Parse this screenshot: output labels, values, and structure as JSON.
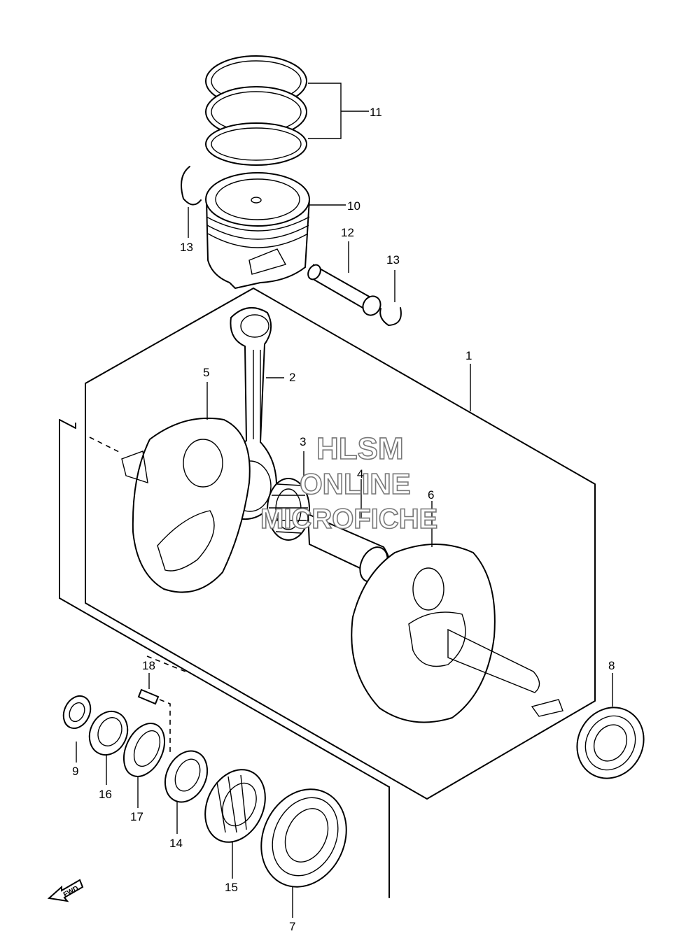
{
  "watermark": {
    "line1": "HLSM",
    "line2": "ONLINE",
    "line3": "MICROFICHE"
  },
  "fwd_label": "FWD",
  "callouts": [
    {
      "id": "c1",
      "text": "1"
    },
    {
      "id": "c2",
      "text": "2"
    },
    {
      "id": "c3",
      "text": "3"
    },
    {
      "id": "c4",
      "text": "4"
    },
    {
      "id": "c5",
      "text": "5"
    },
    {
      "id": "c6",
      "text": "6"
    },
    {
      "id": "c7",
      "text": "7"
    },
    {
      "id": "c8",
      "text": "8"
    },
    {
      "id": "c9",
      "text": "9"
    },
    {
      "id": "c10",
      "text": "10"
    },
    {
      "id": "c11",
      "text": "11"
    },
    {
      "id": "c12",
      "text": "12"
    },
    {
      "id": "c13a",
      "text": "13"
    },
    {
      "id": "c13b",
      "text": "13"
    },
    {
      "id": "c14",
      "text": "14"
    },
    {
      "id": "c15",
      "text": "15"
    },
    {
      "id": "c16",
      "text": "16"
    },
    {
      "id": "c17",
      "text": "17"
    },
    {
      "id": "c18",
      "text": "18"
    }
  ]
}
